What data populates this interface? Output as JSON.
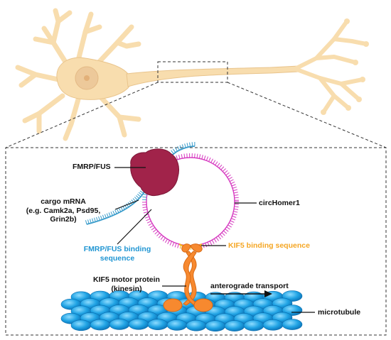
{
  "labels": {
    "fmrp_fus": "FMRP/FUS",
    "cargo_mrna_line1": "cargo mRNA",
    "cargo_mrna_line2": "(e.g. Camk2a, Psd95,",
    "cargo_mrna_line3": "Grin2b)",
    "circhomer1": "circHomer1",
    "fmrp_binding_line1": "FMRP/FUS binding",
    "fmrp_binding_line2": "sequence",
    "kif5_binding": "KIF5 binding sequence",
    "kif5_motor_line1": "KIF5 motor protein",
    "kif5_motor_line2": "(kinesin)",
    "anterograde": "anterograde transport",
    "microtubule": "microtubule"
  },
  "colors": {
    "neuron": "#F8DDAE",
    "neuron_outline": "#E9C48C",
    "nucleus": "#EDC99A",
    "fmrp_protein": "#A1234A",
    "mrna": "#3A9CCB",
    "circrna": "#D639C0",
    "fmrp_binding_text": "#2196D3",
    "kif5_binding_text": "#F5A623",
    "kinesin": "#F7892F",
    "microtubule": "#1E9FDF"
  }
}
